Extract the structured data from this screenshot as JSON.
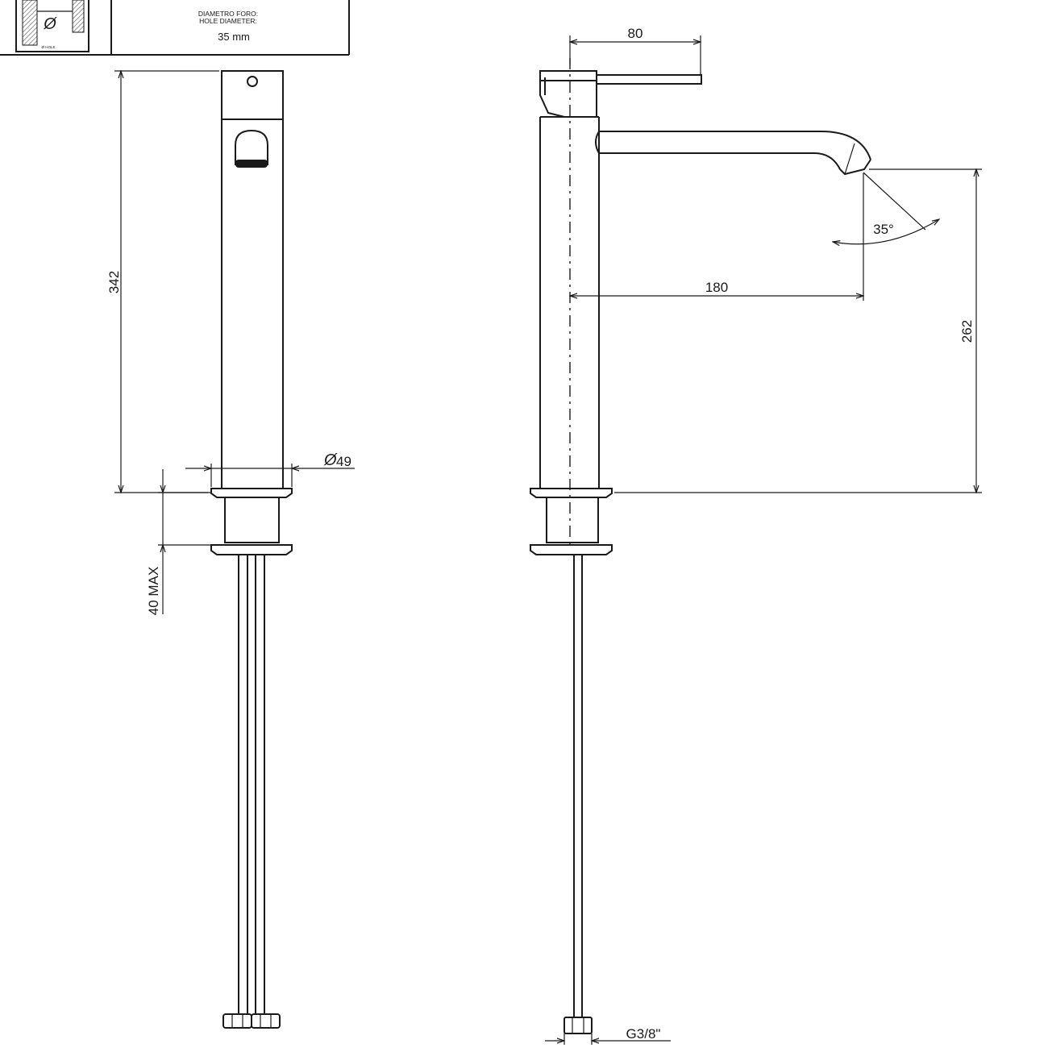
{
  "title_block": {
    "hole_label_it": "DIAMETRO FORO:",
    "hole_label_en": "HOLE DIAMETER:",
    "hole_value": "35 mm",
    "icon_symbol": "Ø",
    "icon_caption": "Ø HOLE"
  },
  "dimensions": {
    "total_height": "342",
    "base_diameter_symbol": "Ø",
    "base_diameter": "49",
    "deck_thickness": "40 MAX",
    "handle_reach": "80",
    "spout_reach": "180",
    "spout_height": "262",
    "spout_angle": "35°",
    "connection_thread": "G3/8\""
  }
}
